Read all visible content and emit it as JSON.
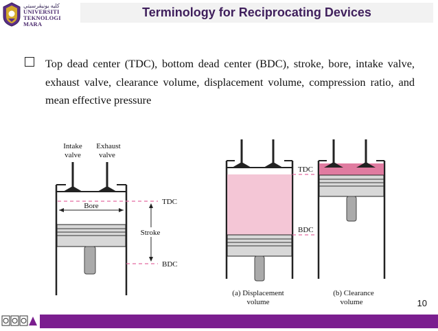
{
  "header": {
    "logo_line1": "UNIVERSITI",
    "logo_line2": "TEKNOLOGI",
    "logo_line3": "MARA",
    "title": "Terminology for Reciprocating Devices"
  },
  "bullet": {
    "text": "Top dead center (TDC), bottom dead center (BDC), stroke, bore, intake valve, exhaust valve, clearance volume, displacement volume, compression ratio, and mean effective pressure"
  },
  "figure": {
    "intake_line1": "Intake",
    "intake_line2": "valve",
    "exhaust_line1": "Exhaust",
    "exhaust_line2": "valve",
    "bore": "Bore",
    "stroke": "Stroke",
    "tdc": "TDC",
    "bdc": "BDC",
    "caption_a_line1": "(a) Displacement",
    "caption_a_line2": "volume",
    "caption_b_line1": "(b) Clearance",
    "caption_b_line2": "volume"
  },
  "footer": {
    "slide_number": "10",
    "bar_color": "#7b1e8f"
  },
  "colors": {
    "title": "#3f1f5c",
    "fill_pink": "#f4c6d6",
    "fill_magenta": "#e07ba0",
    "dashed_pink": "#e36aa0"
  }
}
